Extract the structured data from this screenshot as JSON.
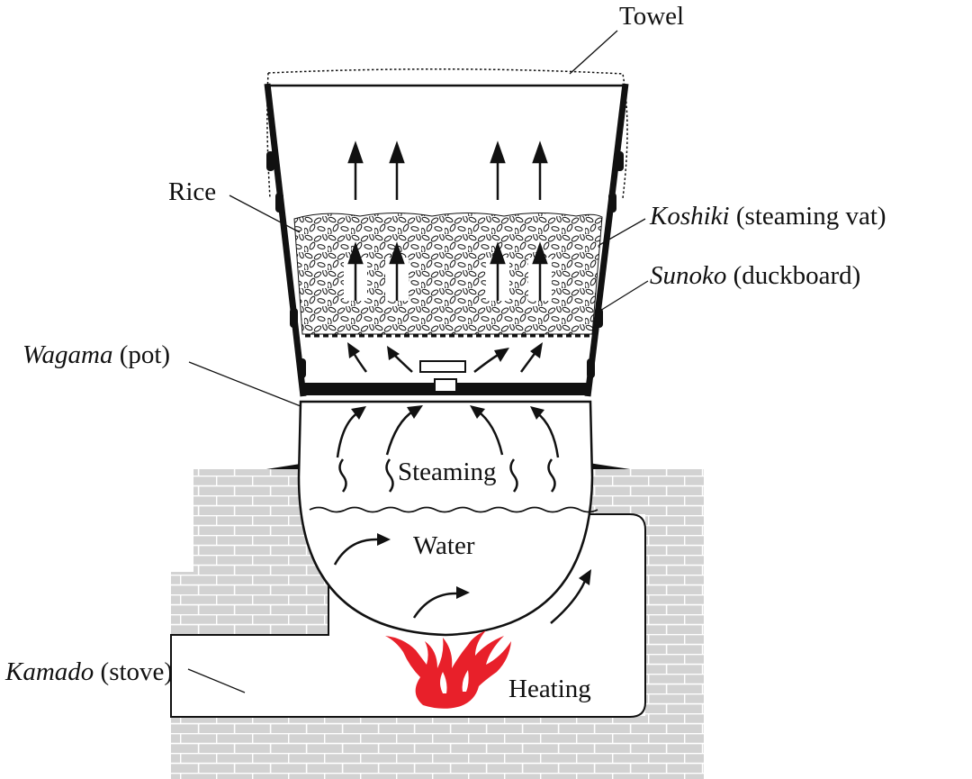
{
  "labels": {
    "towel": "Towel",
    "rice": "Rice",
    "koshiki_term": "Koshiki",
    "koshiki_desc": "(steaming vat)",
    "sunoko_term": "Sunoko",
    "sunoko_desc": "(duckboard)",
    "wagama_term": "Wagama",
    "wagama_desc": "(pot)",
    "steaming": "Steaming",
    "water": "Water",
    "kamado_term": "Kamado",
    "kamado_desc": "(stove)",
    "heating": "Heating"
  },
  "colors": {
    "line": "#111111",
    "brick_fill": "#d2d2d2",
    "brick_mortar": "#ffffff",
    "flame": "#e8202a",
    "background": "#ffffff"
  }
}
